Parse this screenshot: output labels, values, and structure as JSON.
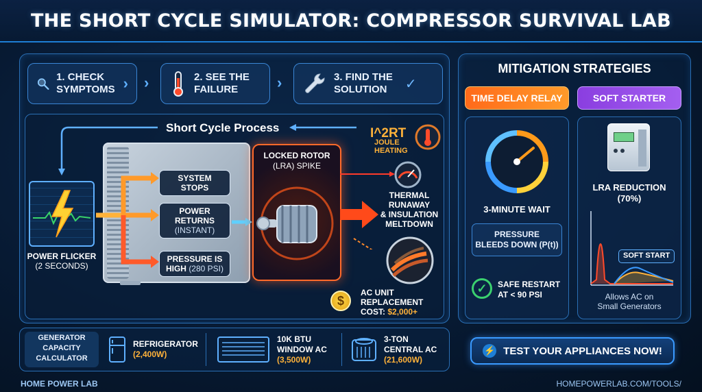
{
  "title": "THE SHORT CYCLE SIMULATOR: COMPRESSOR SURVIVAL LAB",
  "steps": [
    {
      "label_1": "1. CHECK",
      "label_2": "SYMPTOMS",
      "icon": "magnifier-icon"
    },
    {
      "label_1": "2. SEE THE",
      "label_2": "FAILURE",
      "icon": "thermometer-icon"
    },
    {
      "label_1": "3. FIND THE",
      "label_2": "SOLUTION",
      "icon": "wrench-icon"
    }
  ],
  "process": {
    "title": "Short Cycle Process",
    "power_flicker": "POWER FLICKER",
    "power_flicker_sub": "(2 SECONDS)",
    "system_stops_1": "SYSTEM",
    "system_stops_2": "STOPS",
    "power_returns_1": "POWER",
    "power_returns_2": "RETURNS",
    "power_returns_sub": "(INSTANT)",
    "pressure_1": "PRESSURE IS",
    "pressure_2": "HIGH",
    "pressure_sub": "(280 PSI)",
    "locked_rotor_1": "LOCKED ROTOR",
    "locked_rotor_2": "(LRA) SPIKE",
    "i2rt": "I^2RT",
    "joule_1": "JOULE",
    "joule_2": "HEATING",
    "thermal_1": "THERMAL",
    "thermal_2": "RUNAWAY",
    "thermal_3": "& INSULATION",
    "thermal_4": "MELTDOWN",
    "ac_1": "AC UNIT",
    "ac_2": "REPLACEMENT",
    "ac_cost_label": "COST:",
    "ac_cost_value": "$2,000+"
  },
  "mitigation": {
    "title": "MITIGATION STRATEGIES",
    "relay": {
      "label": "TIME DELAY RELAY",
      "wait": "3-MINUTE WAIT",
      "bleed_1": "PRESSURE",
      "bleed_2": "BLEEDS DOWN (P(t))",
      "safe_1": "SAFE RESTART",
      "safe_2": "AT < 90 PSI"
    },
    "soft": {
      "label": "SOFT STARTER",
      "lra_1": "LRA REDUCTION",
      "lra_2": "(70%)",
      "soft_start": "SOFT START",
      "allows_1": "Allows AC on",
      "allows_2": "Small Generators"
    },
    "cta": "TEST YOUR APPLIANCES NOW!"
  },
  "generator": {
    "title_1": "GENERATOR",
    "title_2": "CAPACITY",
    "title_3": "CALCULATOR",
    "items": [
      {
        "name_1": "REFRIGERATOR",
        "name_2": "",
        "watts": "(2,400W)",
        "icon": "fridge-icon"
      },
      {
        "name_1": "10k BTU",
        "name_2": "WINDOW AC",
        "watts": "(3,500W)",
        "icon": "window-ac-icon"
      },
      {
        "name_1": "3-TON",
        "name_2": "CENTRAL AC",
        "watts": "(21,600W)",
        "icon": "central-ac-icon"
      }
    ]
  },
  "footer": {
    "brand": "HOME POWER LAB",
    "url": "HOMEPOWERLAB.COM/TOOLS/"
  },
  "colors": {
    "accent": "#1e7fd6",
    "orange": "#ff7a1a",
    "purple": "#9b4de8",
    "green": "#3bd16f",
    "gold": "#ffb23a"
  }
}
